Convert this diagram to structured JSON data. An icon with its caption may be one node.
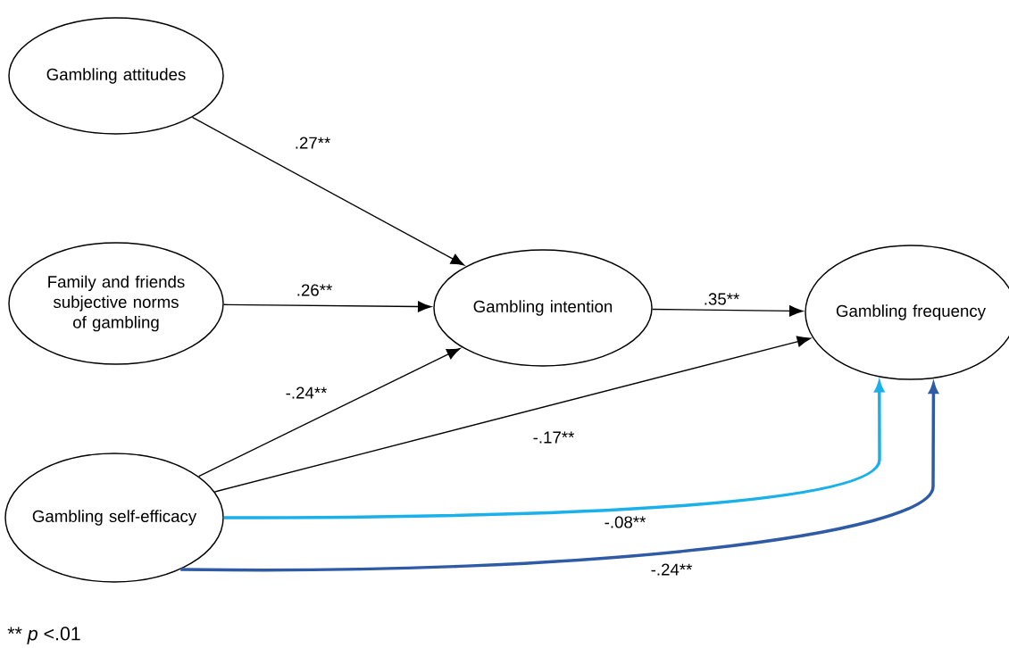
{
  "diagram": {
    "nodes": [
      {
        "text": [
          "Gambling attitudes"
        ]
      },
      {
        "text": [
          "Family and friends subjective norms of gambling"
        ]
      },
      {
        "text": [
          "Gambling intention"
        ]
      },
      {
        "text": [
          "Gambling frequency"
        ]
      },
      {
        "text": [
          "Gambling self-efficacy"
        ]
      }
    ],
    "edges": [
      {
        "from": 0,
        "to": 2,
        "arrow": "to",
        "label": ".27**"
      },
      {
        "from": 1,
        "to": 2,
        "arrow": "to",
        "label": ".26**"
      },
      {
        "from": 4,
        "to": 2,
        "arrow": "to",
        "label": "-.24**"
      },
      {
        "from": 2,
        "to": 3,
        "arrow": "to",
        "label": ".35**"
      },
      {
        "from": 4,
        "to": 3,
        "arrow": "to",
        "label": "-.17**"
      },
      {
        "from": 4,
        "to": 3,
        "arrow": "to",
        "label": "-.08**",
        "style": "thick",
        "color": "#1ab0ea"
      },
      {
        "from": 4,
        "to": 3,
        "arrow": "to",
        "label": "-.24**",
        "style": "thick",
        "color": "#2e5aa6"
      }
    ],
    "labels": [
      "** *p* <.01"
    ]
  }
}
